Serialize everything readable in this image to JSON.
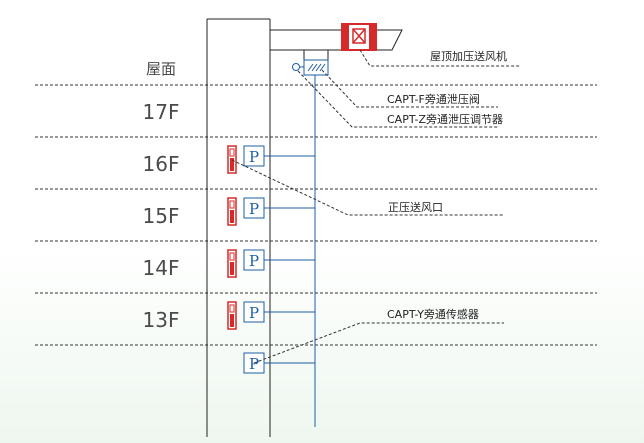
{
  "floors": {
    "roof": "屋面",
    "f17": "17F",
    "f16": "16F",
    "f15": "15F",
    "f14": "14F",
    "f13": "13F"
  },
  "callouts": {
    "fan": "屋顶加压送风机",
    "bypass_valve": "CAPT-F旁通泄压阀",
    "bypass_regulator": "CAPT-Z旁通泄压调节器",
    "supply_outlet": "正压送风口",
    "sensor": "CAPT-Y旁通传感器"
  },
  "symbols": {
    "pressure_sensor": "P"
  },
  "colors": {
    "line": "#1d5fa6",
    "accent": "#d62a2a",
    "shaft": "#222222",
    "divider": "#333333"
  }
}
